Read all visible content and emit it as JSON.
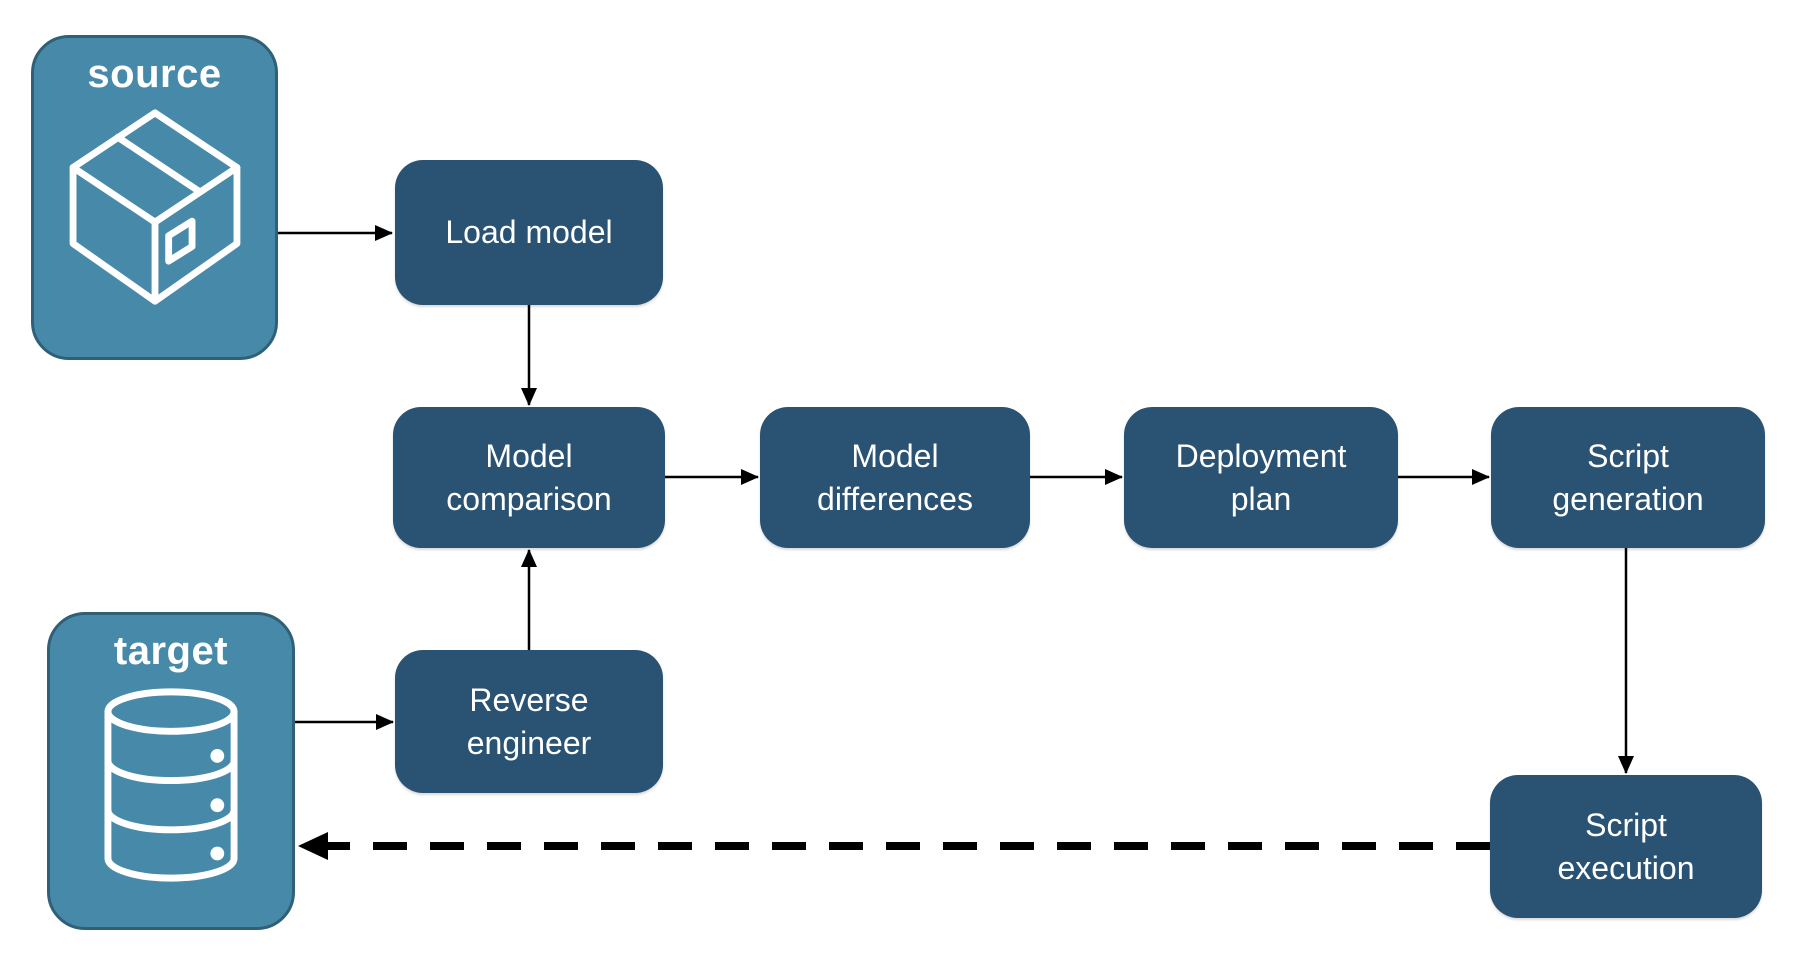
{
  "diagram": {
    "type": "flowchart",
    "background": "#ffffff",
    "colors": {
      "node_fill": "#2a5273",
      "endpoint_fill": "#4789a8",
      "endpoint_border": "#2f6077",
      "text": "#ffffff",
      "connector": "#000000"
    },
    "endpoints": [
      {
        "id": "source",
        "label": "source",
        "icon": "package-icon"
      },
      {
        "id": "target",
        "label": "target",
        "icon": "database-icon"
      }
    ],
    "nodes": [
      {
        "id": "load-model",
        "label": "Load model"
      },
      {
        "id": "model-comparison",
        "label": "Model\ncomparison"
      },
      {
        "id": "model-differences",
        "label": "Model\ndifferences"
      },
      {
        "id": "deployment-plan",
        "label": "Deployment\nplan"
      },
      {
        "id": "script-generation",
        "label": "Script\ngeneration"
      },
      {
        "id": "reverse-engineer",
        "label": "Reverse\nengineer"
      },
      {
        "id": "script-execution",
        "label": "Script\nexecution"
      }
    ],
    "edges": [
      {
        "from": "source",
        "to": "load-model",
        "style": "solid"
      },
      {
        "from": "load-model",
        "to": "model-comparison",
        "style": "solid"
      },
      {
        "from": "model-comparison",
        "to": "model-differences",
        "style": "solid"
      },
      {
        "from": "model-differences",
        "to": "deployment-plan",
        "style": "solid"
      },
      {
        "from": "deployment-plan",
        "to": "script-generation",
        "style": "solid"
      },
      {
        "from": "script-generation",
        "to": "script-execution",
        "style": "solid"
      },
      {
        "from": "target",
        "to": "reverse-engineer",
        "style": "solid"
      },
      {
        "from": "reverse-engineer",
        "to": "model-comparison",
        "style": "solid"
      },
      {
        "from": "script-execution",
        "to": "target",
        "style": "dashed"
      }
    ]
  }
}
